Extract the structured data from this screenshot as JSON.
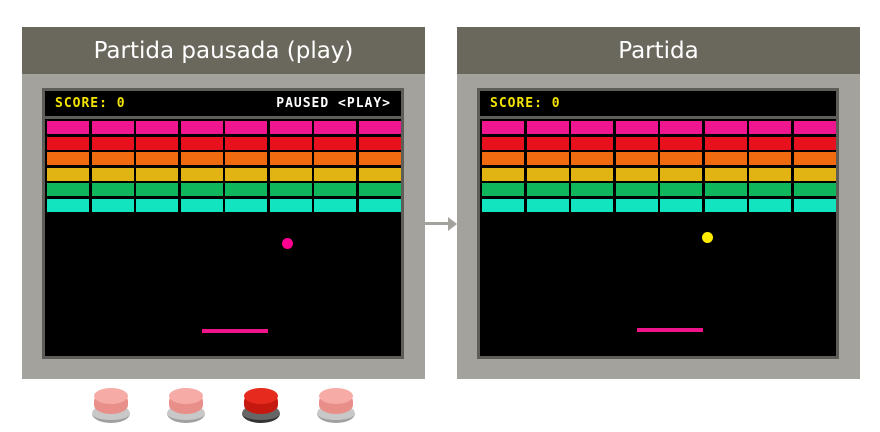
{
  "panels": [
    {
      "title": "Partida pausada (play)",
      "score": "SCORE: 0",
      "status": "PAUSED <PLAY>",
      "ball_color": "#ff0090",
      "paddle_color": "#f0148a"
    },
    {
      "title": "Partida",
      "score": "SCORE: 0",
      "status": "",
      "ball_color": "#ffec00",
      "paddle_color": "#f0148a"
    }
  ],
  "brick_rows": [
    "#ef1690",
    "#e8101c",
    "#f06a10",
    "#e2b413",
    "#10b65c",
    "#12e4c0"
  ],
  "brick_columns": 8,
  "buttons": [
    {
      "name": "button-1",
      "pressed": false
    },
    {
      "name": "button-2",
      "pressed": false
    },
    {
      "name": "button-3",
      "pressed": true
    },
    {
      "name": "button-4",
      "pressed": false
    }
  ]
}
